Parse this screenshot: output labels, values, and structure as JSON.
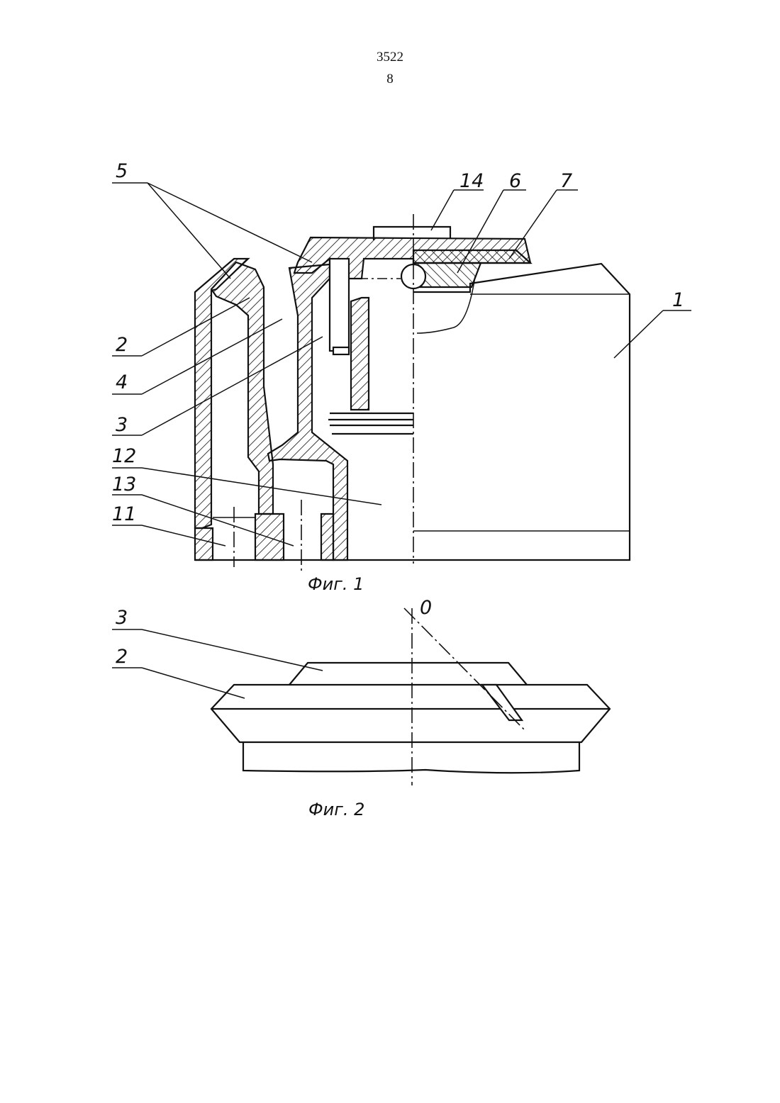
{
  "header": {
    "number": "3522",
    "page": "8"
  },
  "fig1": {
    "caption": "Фиг. 1",
    "labels": {
      "l5": "5",
      "l14": "14",
      "l6": "6",
      "l7": "7",
      "l1": "1",
      "l2": "2",
      "l4": "4",
      "l3": "3",
      "l12": "12",
      "l13": "13",
      "l11": "11"
    }
  },
  "fig2": {
    "caption": "Фиг. 2",
    "labels": {
      "l3": "3",
      "l2": "2",
      "l0": "0"
    }
  }
}
